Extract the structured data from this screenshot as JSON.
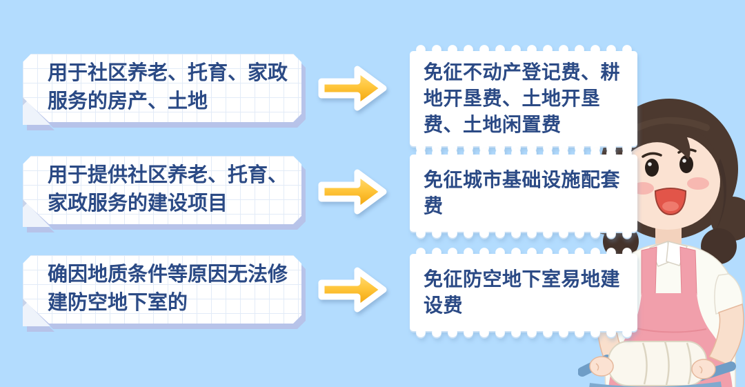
{
  "palette": {
    "background": "#B3DCFE",
    "text": "#2B4A85",
    "note_shadow": "#B7C3E9",
    "arrow_top": "#FFE187",
    "arrow_mid": "#FFC63C",
    "arrow_bottom": "#EE9D00",
    "apron_pink": "#F19FAB",
    "basket_blue": "#6F9DC6"
  },
  "rows": [
    {
      "condition": "用于社区养老、托育、家政服务的房产、土地",
      "exemption": "免征不动产登记费、耕地开垦费、土地开垦费、土地闲置费"
    },
    {
      "condition": "用于提供社区养老、托育、家政服务的建设项目",
      "exemption": "免征城市基础设施配套费"
    },
    {
      "condition": "确因地质条件等原因无法修建防空地下室的",
      "exemption": "免征防空地下室易地建设费"
    }
  ],
  "illustration": {
    "name": "housekeeper-with-laundry-basket"
  }
}
